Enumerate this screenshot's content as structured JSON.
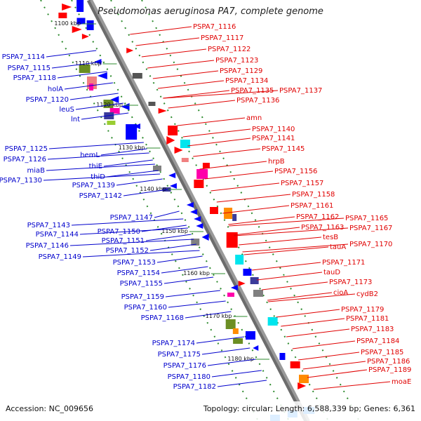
{
  "title": "Pseudomonas aeruginosa PA7, complete genome",
  "footer": {
    "accession": "Accession: NC_009656",
    "topology": "Topology: circular; Length: 6,588,339 bp; Genes: 6,361"
  },
  "colors": {
    "forward_label": "#e00000",
    "reverse_label": "#0000cc",
    "backbone": "#9a9a9a",
    "tick": "#2e8b2e"
  },
  "kbp_labels": [
    "1100 kbp",
    "1110 kbp",
    "1120 kbp",
    "1130 kbp",
    "1140 kbp",
    "1150 kbp",
    "1160 kbp",
    "1170 kbp",
    "1180 kbp"
  ],
  "right_labels": [
    "PSPA7_1116",
    "PSPA7_1117",
    "PSPA7_1122",
    "PSPA7_1123",
    "PSPA7_1129",
    "PSPA7_1134",
    "PSPA7_1135",
    "PSPA7_1137",
    "PSPA7_1136",
    "amn",
    "PSPA7_1140",
    "PSPA7_1141",
    "PSPA7_1145",
    "hrpB",
    "PSPA7_1156",
    "PSPA7_1157",
    "PSPA7_1158",
    "PSPA7_1161",
    "PSPA7_1162",
    "PSPA7_1165",
    "PSPA7_1163",
    "PSPA7_1167",
    "tesB",
    "tauA",
    "PSPA7_1170",
    "PSPA7_1171",
    "tauD",
    "PSPA7_1173",
    "cioA",
    "cydB2",
    "PSPA7_1179",
    "PSPA7_1181",
    "PSPA7_1183",
    "PSPA7_1184",
    "PSPA7_1185",
    "PSPA7_1186",
    "PSPA7_1189",
    "moaE"
  ],
  "left_labels": [
    "PSPA7_1114",
    "PSPA7_1115",
    "PSPA7_1118",
    "holA",
    "PSPA7_1120",
    "leuS",
    "lnt",
    "PSPA7_1125",
    "PSPA7_1126",
    "hemL",
    "thiE",
    "miaB",
    "thiD",
    "PSPA7_1130",
    "PSPA7_1139",
    "PSPA7_1142",
    "PSPA7_1147",
    "PSPA7_1143",
    "PSPA7_1144",
    "PSPA7_1150",
    "PSPA7_1151",
    "PSPA7_1146",
    "PSPA7_1152",
    "PSPA7_1149",
    "PSPA7_1153",
    "PSPA7_1154",
    "PSPA7_1155",
    "PSPA7_1159",
    "PSPA7_1160",
    "PSPA7_1168",
    "PSPA7_1174",
    "PSPA7_1175",
    "PSPA7_1176",
    "PSPA7_1180",
    "PSPA7_1182"
  ]
}
